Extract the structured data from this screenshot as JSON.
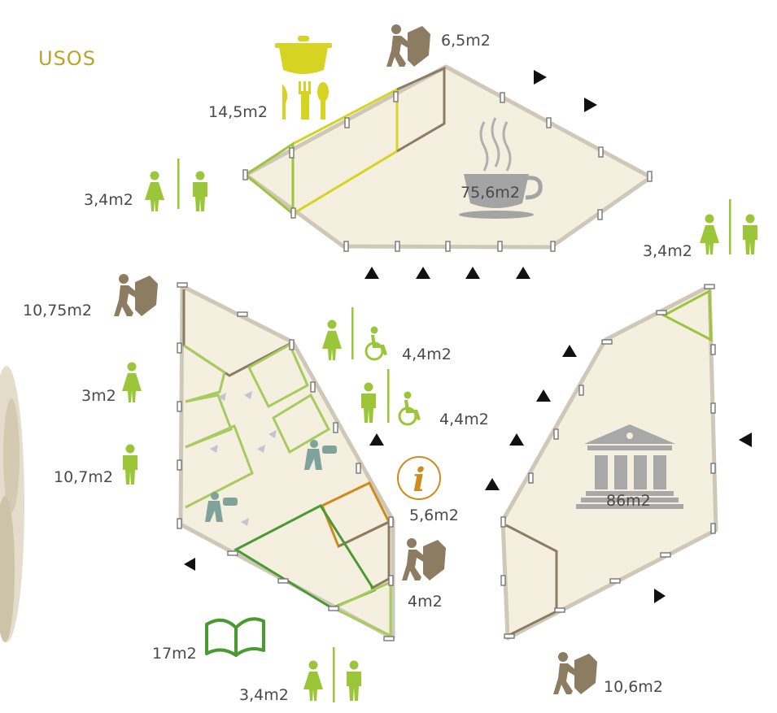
{
  "title": "USOS",
  "colors": {
    "accent_title": "#b9a527",
    "module_fill": "#f4efdf",
    "wc_green": "#9cc63a",
    "storage_brown": "#8c7c62",
    "kitchen_yellow": "#d7d323",
    "info_orange": "#d08a1c",
    "library_green": "#4a9a32"
  },
  "areas": {
    "cafe": "75,6m2",
    "kitchen": "14,5m2",
    "storage_top": "6,5m2",
    "wc_top_left": "3,4m2",
    "wc_right": "3,4m2",
    "storage_left": "10,75m2",
    "wc_women": "3m2",
    "wc_men": "10,7m2",
    "accessible_women": "4,4m2",
    "accessible_men": "4,4m2",
    "info": "5,6m2",
    "storage_center": "4m2",
    "museum": "86m2",
    "library": "17m2",
    "wc_bottom": "3,4m2",
    "storage_bottom_right": "10,6m2"
  },
  "icons": {
    "cafe": "coffee-cup-icon",
    "kitchen": "cooking-pot-icon",
    "cutlery": "cutlery-icon",
    "storage": "person-pushing-box-icon",
    "wc": "women-men-wc-icon",
    "wheelchair": "wheelchair-icon",
    "info": "info-icon",
    "museum": "museum-building-icon",
    "library": "open-book-icon",
    "entrance": "entrance-triangle-icon"
  }
}
